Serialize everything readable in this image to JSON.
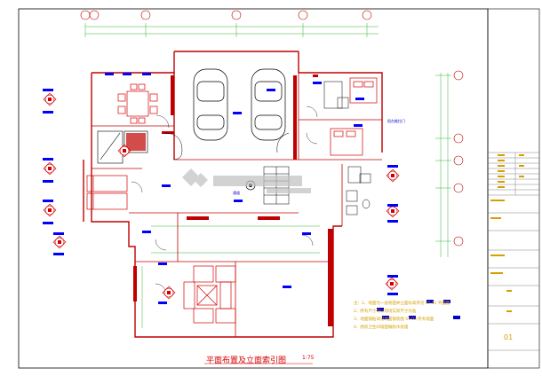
{
  "drawing": {
    "title": "平面布置及立面索引图",
    "scale": "1:75",
    "sheet_number": "01",
    "callouts": [
      "阳台推拉门",
      "通道"
    ],
    "notes": [
      "注：1、地面为一层地面并立面标高参见 ST-01 平面图",
      "    2、所有尺寸均以现场实际尺寸为准",
      "    3、地面铺贴详见地面铺装图 ST-03 所有墙面",
      "    4、厨房卫生间墙面做防水处理"
    ]
  },
  "colors": {
    "frame": "#000000",
    "walls": "#c00000",
    "furniture": "#d40000",
    "dimension": "#00a000",
    "annotation": "#0000ff",
    "accent": "#d4a000",
    "watermark": "#c0c0c0"
  }
}
